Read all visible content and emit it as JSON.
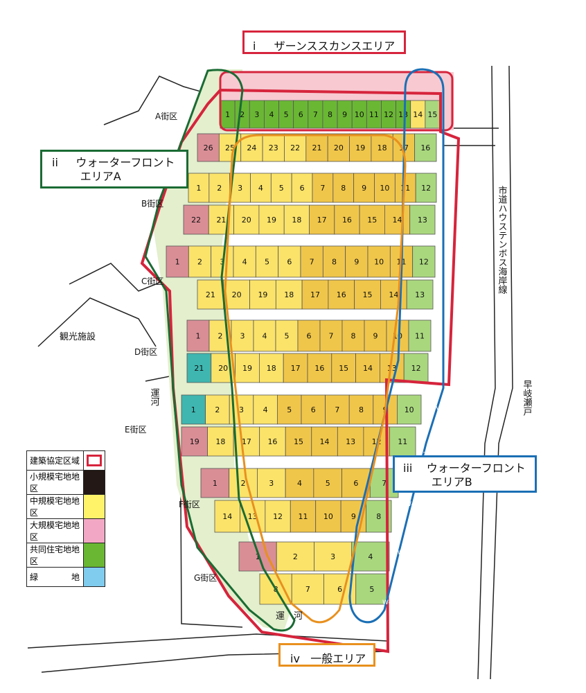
{
  "callouts": {
    "i": {
      "roman": "i",
      "name": "ザーンススカンスエリア",
      "color": "#d6243c"
    },
    "ii": {
      "roman": "ii",
      "name1": "ウォーターフロント",
      "name2": "エリアA",
      "color": "#1a6b34"
    },
    "iii": {
      "roman": "iii",
      "name1": "ウォーターフロント",
      "name2": "エリアB",
      "color": "#1b6fb5"
    },
    "iv": {
      "roman": "iv",
      "name": "一般エリア",
      "color": "#e8901e"
    }
  },
  "legend": [
    {
      "label": "建築協定区域",
      "swatch": "#ffffff",
      "border": "#d6243c"
    },
    {
      "label": "小規模宅地地区",
      "swatch": "#231815"
    },
    {
      "label": "中規模宅地地区",
      "swatch": "#fff36a"
    },
    {
      "label": "大規模宅地地区",
      "swatch": "#f2a8c4"
    },
    {
      "label": "共同住宅地地区",
      "swatch": "#6ab734"
    },
    {
      "label": "緑　　　　地",
      "swatch": "#7fccef"
    }
  ],
  "place_labels": {
    "A": "A街区",
    "B": "B街区",
    "C": "C街区",
    "D": "D街区",
    "E": "E街区",
    "F": "F街区",
    "G": "G街区",
    "kanko": "観光施設",
    "unga_top": "運河",
    "unga_bottom": "運　河",
    "road": "市道ハウステンボス海岸線",
    "strait": "早岐瀬戸"
  },
  "wlabels": [
    "W-V",
    "W-Ⅳ",
    "W-Ⅲ",
    "W-Ⅱ",
    "W-Ⅰ"
  ],
  "colors": {
    "yellow": "#fbe36a",
    "gold": "#f0c64a",
    "pink": "#d98e96",
    "green": "#6ab734",
    "lightgreen": "#a9d77e",
    "teal": "#3fb6b0",
    "blue": "#7fccef",
    "red": "#d6243c",
    "paleGreen": "#e3efcd",
    "paleRed": "#f8c9d1",
    "road": "#efc9aa"
  },
  "rows": [
    {
      "id": "A1",
      "left": [
        1,
        2,
        3,
        4,
        5,
        6,
        7,
        8,
        9,
        10,
        11,
        12,
        13
      ],
      "right": [
        14,
        15
      ]
    },
    {
      "id": "A2",
      "left": [
        26
      ],
      "mid": [
        25,
        24,
        23,
        22
      ],
      "right_mid": [
        21,
        20,
        19,
        18,
        17
      ],
      "right": [
        16
      ]
    },
    {
      "id": "B1",
      "left": [
        1
      ],
      "mid": [
        2,
        3,
        4,
        5,
        6
      ],
      "right_mid": [
        7,
        8,
        9,
        10,
        11
      ],
      "right": [
        12
      ]
    },
    {
      "id": "B2",
      "left": [
        22
      ],
      "mid": [
        21,
        20,
        19,
        18
      ],
      "right_mid": [
        17,
        16,
        15,
        14
      ],
      "right": [
        13
      ]
    },
    {
      "id": "C1",
      "left": [
        1
      ],
      "mid": [
        2,
        3,
        4,
        5,
        6
      ],
      "right_mid": [
        7,
        8,
        9,
        10,
        11
      ],
      "right": [
        12
      ]
    },
    {
      "id": "C2",
      "left": [],
      "mid": [
        21,
        20,
        19,
        18
      ],
      "right_mid": [
        17,
        16,
        15,
        14
      ],
      "right": [
        13
      ]
    },
    {
      "id": "D1",
      "left": [
        1
      ],
      "mid": [
        2,
        3,
        4,
        5
      ],
      "right_mid": [
        6,
        7,
        8,
        9,
        10
      ],
      "right": [
        11
      ]
    },
    {
      "id": "D2",
      "left": [
        21
      ],
      "mid": [
        20,
        19,
        18
      ],
      "right_mid": [
        17,
        16,
        15,
        14,
        13
      ],
      "right": [
        12
      ]
    },
    {
      "id": "E1",
      "left": [
        1
      ],
      "mid": [
        2,
        3,
        4
      ],
      "right_mid": [
        5,
        6,
        7,
        8,
        9
      ],
      "right": [
        10
      ]
    },
    {
      "id": "E2",
      "left": [
        19
      ],
      "mid": [
        18,
        17,
        16
      ],
      "right_mid": [
        15,
        14,
        13,
        12
      ],
      "right": [
        11
      ]
    },
    {
      "id": "F1",
      "left": [
        1
      ],
      "mid": [
        2,
        3
      ],
      "right_mid": [
        4,
        5,
        6
      ],
      "right": [
        7
      ]
    },
    {
      "id": "F2",
      "left": [],
      "mid": [
        14,
        13,
        12
      ],
      "right_mid": [
        11,
        10,
        9
      ],
      "right": [
        8
      ]
    },
    {
      "id": "G1",
      "left": [
        1
      ],
      "mid": [
        2,
        3
      ],
      "right": [
        4
      ]
    },
    {
      "id": "G2",
      "left": [],
      "mid": [
        8,
        7,
        6
      ],
      "right": [
        5
      ]
    }
  ]
}
